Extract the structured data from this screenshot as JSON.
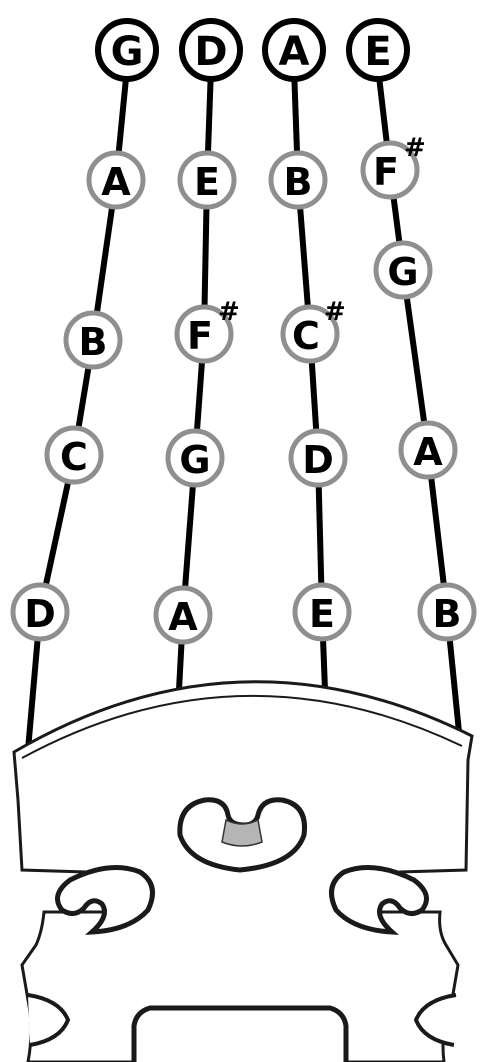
{
  "open_strings": [
    "G",
    "D",
    "A",
    "E"
  ],
  "strings": [
    {
      "open": "G",
      "notes": [
        {
          "name": "A"
        },
        {
          "name": "B"
        },
        {
          "name": "C"
        },
        {
          "name": "D"
        }
      ]
    },
    {
      "open": "D",
      "notes": [
        {
          "name": "E"
        },
        {
          "name": "F",
          "sharp": "#"
        },
        {
          "name": "G"
        },
        {
          "name": "A"
        }
      ]
    },
    {
      "open": "A",
      "notes": [
        {
          "name": "B"
        },
        {
          "name": "C",
          "sharp": "#"
        },
        {
          "name": "D"
        },
        {
          "name": "E"
        }
      ]
    },
    {
      "open": "E",
      "notes": [
        {
          "name": "F",
          "sharp": "#"
        },
        {
          "name": "G"
        },
        {
          "name": "A"
        },
        {
          "name": "B"
        }
      ]
    }
  ],
  "colors": {
    "string_line": "#000000",
    "open_circle_stroke": "#000000",
    "note_circle_stroke": "#8f8f8f",
    "bridge_stroke": "#1a1a1a",
    "bridge_fill": "#ffffff"
  }
}
